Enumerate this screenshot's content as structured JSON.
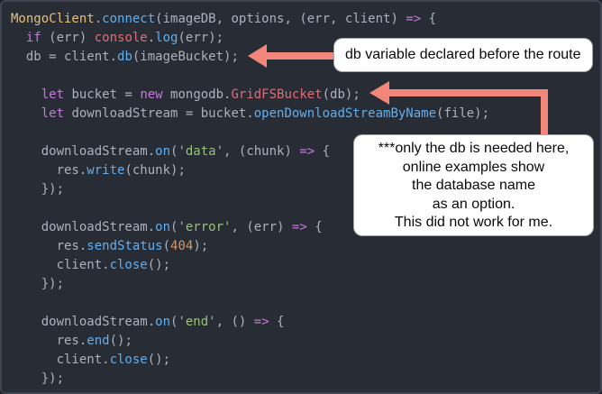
{
  "theme": {
    "editor_background": "#282c34",
    "frame_border": "#3e4451",
    "arrow_color": "#f3867a",
    "callout_background": "#ffffff",
    "callout_text_color": "#0a0a0a",
    "token_colors": {
      "plain": "#abb2bf",
      "kw": "#c678dd",
      "fn": "#61afef",
      "str": "#98c379",
      "num": "#d19a66",
      "cls": "#e5c07b",
      "var": "#e06c75"
    }
  },
  "editor": {
    "language": "javascript",
    "code_lines": [
      [
        [
          "MongoClient",
          "cls"
        ],
        [
          ".",
          "plain"
        ],
        [
          "connect",
          "fn"
        ],
        [
          "(imageDB, options, (err, client) ",
          "plain"
        ],
        [
          "=>",
          "kw"
        ],
        [
          " {",
          "plain"
        ]
      ],
      [
        [
          "  ",
          "plain"
        ],
        [
          "if",
          "kw"
        ],
        [
          " (err) ",
          "plain"
        ],
        [
          "console",
          "var"
        ],
        [
          ".",
          "plain"
        ],
        [
          "log",
          "fn"
        ],
        [
          "(err);",
          "plain"
        ]
      ],
      [
        [
          "  db = client.",
          "plain"
        ],
        [
          "db",
          "fn"
        ],
        [
          "(imageBucket);",
          "plain"
        ]
      ],
      [],
      [
        [
          "    ",
          "plain"
        ],
        [
          "let",
          "kw"
        ],
        [
          " bucket = ",
          "plain"
        ],
        [
          "new",
          "kw"
        ],
        [
          " mongodb.",
          "plain"
        ],
        [
          "GridFSBucket",
          "var"
        ],
        [
          "(db);",
          "plain"
        ]
      ],
      [
        [
          "    ",
          "plain"
        ],
        [
          "let",
          "kw"
        ],
        [
          " downloadStream = bucket.",
          "plain"
        ],
        [
          "openDownloadStreamByName",
          "fn"
        ],
        [
          "(file);",
          "plain"
        ]
      ],
      [],
      [
        [
          "    downloadStream.",
          "plain"
        ],
        [
          "on",
          "fn"
        ],
        [
          "(",
          "plain"
        ],
        [
          "'data'",
          "str"
        ],
        [
          ", (chunk) ",
          "plain"
        ],
        [
          "=>",
          "kw"
        ],
        [
          " {",
          "plain"
        ]
      ],
      [
        [
          "      res.",
          "plain"
        ],
        [
          "write",
          "fn"
        ],
        [
          "(chunk);",
          "plain"
        ]
      ],
      [
        [
          "    });",
          "plain"
        ]
      ],
      [],
      [
        [
          "    downloadStream.",
          "plain"
        ],
        [
          "on",
          "fn"
        ],
        [
          "(",
          "plain"
        ],
        [
          "'error'",
          "str"
        ],
        [
          ", (err) ",
          "plain"
        ],
        [
          "=>",
          "kw"
        ],
        [
          " {",
          "plain"
        ]
      ],
      [
        [
          "      res.",
          "plain"
        ],
        [
          "sendStatus",
          "fn"
        ],
        [
          "(",
          "plain"
        ],
        [
          "404",
          "num"
        ],
        [
          ");",
          "plain"
        ]
      ],
      [
        [
          "      client.",
          "plain"
        ],
        [
          "close",
          "fn"
        ],
        [
          "();",
          "plain"
        ]
      ],
      [
        [
          "    });",
          "plain"
        ]
      ],
      [],
      [
        [
          "    downloadStream.",
          "plain"
        ],
        [
          "on",
          "fn"
        ],
        [
          "(",
          "plain"
        ],
        [
          "'end'",
          "str"
        ],
        [
          ", () ",
          "plain"
        ],
        [
          "=>",
          "kw"
        ],
        [
          " {",
          "plain"
        ]
      ],
      [
        [
          "      res.",
          "plain"
        ],
        [
          "end",
          "fn"
        ],
        [
          "();",
          "plain"
        ]
      ],
      [
        [
          "      client.",
          "plain"
        ],
        [
          "close",
          "fn"
        ],
        [
          "();",
          "plain"
        ]
      ],
      [
        [
          "    });",
          "plain"
        ]
      ]
    ]
  },
  "annotations": {
    "callout1": {
      "text": "db variable declared before the route"
    },
    "callout2": {
      "lines": [
        "***only the db is needed here,",
        "online examples show",
        "the database name",
        "as an option.",
        "This did not work for me."
      ]
    }
  }
}
